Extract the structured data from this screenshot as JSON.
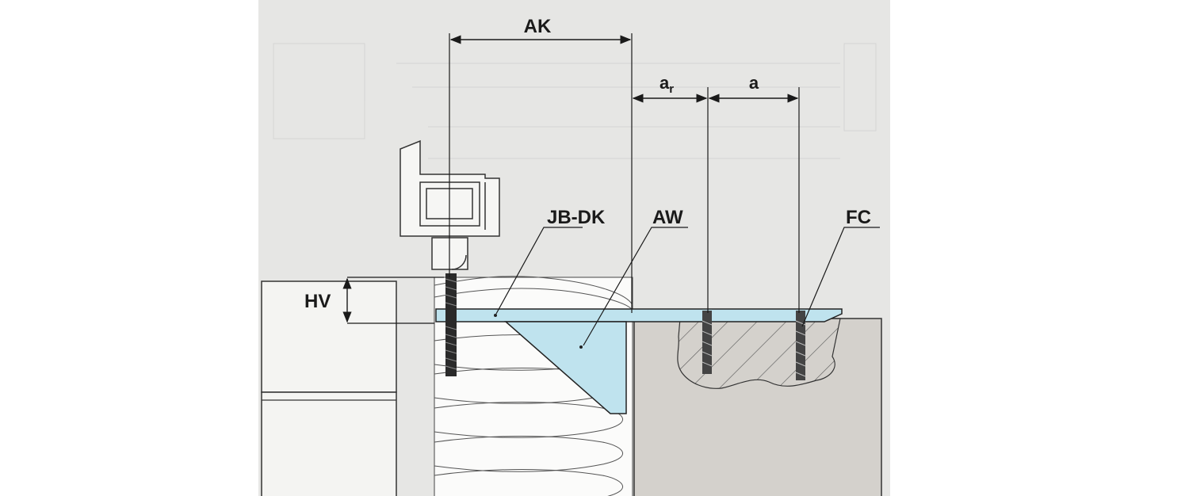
{
  "labels": {
    "ak": "AK",
    "ar_main": "a",
    "ar_sub": "r",
    "a": "a",
    "jb_dk": "JB-DK",
    "aw": "AW",
    "fc": "FC",
    "hv": "HV"
  },
  "colors": {
    "paper": "#e6e6e4",
    "concrete": "#d4d1cc",
    "bracket": "#bfe3ee",
    "line": "#1a1a1a"
  }
}
